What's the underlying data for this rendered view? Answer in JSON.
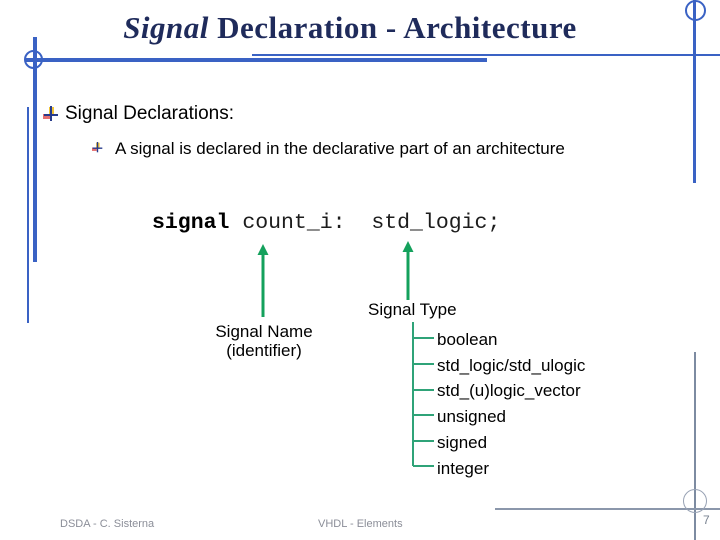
{
  "slide": {
    "title": {
      "italic_part": "Signal",
      "rest_part": " Declaration - Architecture"
    },
    "bullets": {
      "level1": "Signal Declarations:",
      "level2": "A signal is declared in the declarative part of an architecture"
    },
    "code": {
      "keyword": "signal",
      "rest": " count_i:  std_logic;"
    },
    "annotations": {
      "signal_name": {
        "line1": "Signal Name",
        "line2": "(identifier)"
      },
      "signal_type_label": "Signal Type",
      "signal_types": [
        "boolean",
        "std_logic/std_ulogic",
        "std_(u)logic_vector",
        "unsigned",
        "signed",
        "integer"
      ]
    },
    "footer": {
      "left": "DSDA - C. Sisterna",
      "center": "VHDL - Elements",
      "page": "7"
    },
    "colors": {
      "accent_blue": "#3a62c4",
      "title_navy": "#1f2b5b",
      "arrow_green": "#14a15c",
      "tree_green": "#2fa378",
      "slate_gray": "#7d8ba1"
    }
  }
}
